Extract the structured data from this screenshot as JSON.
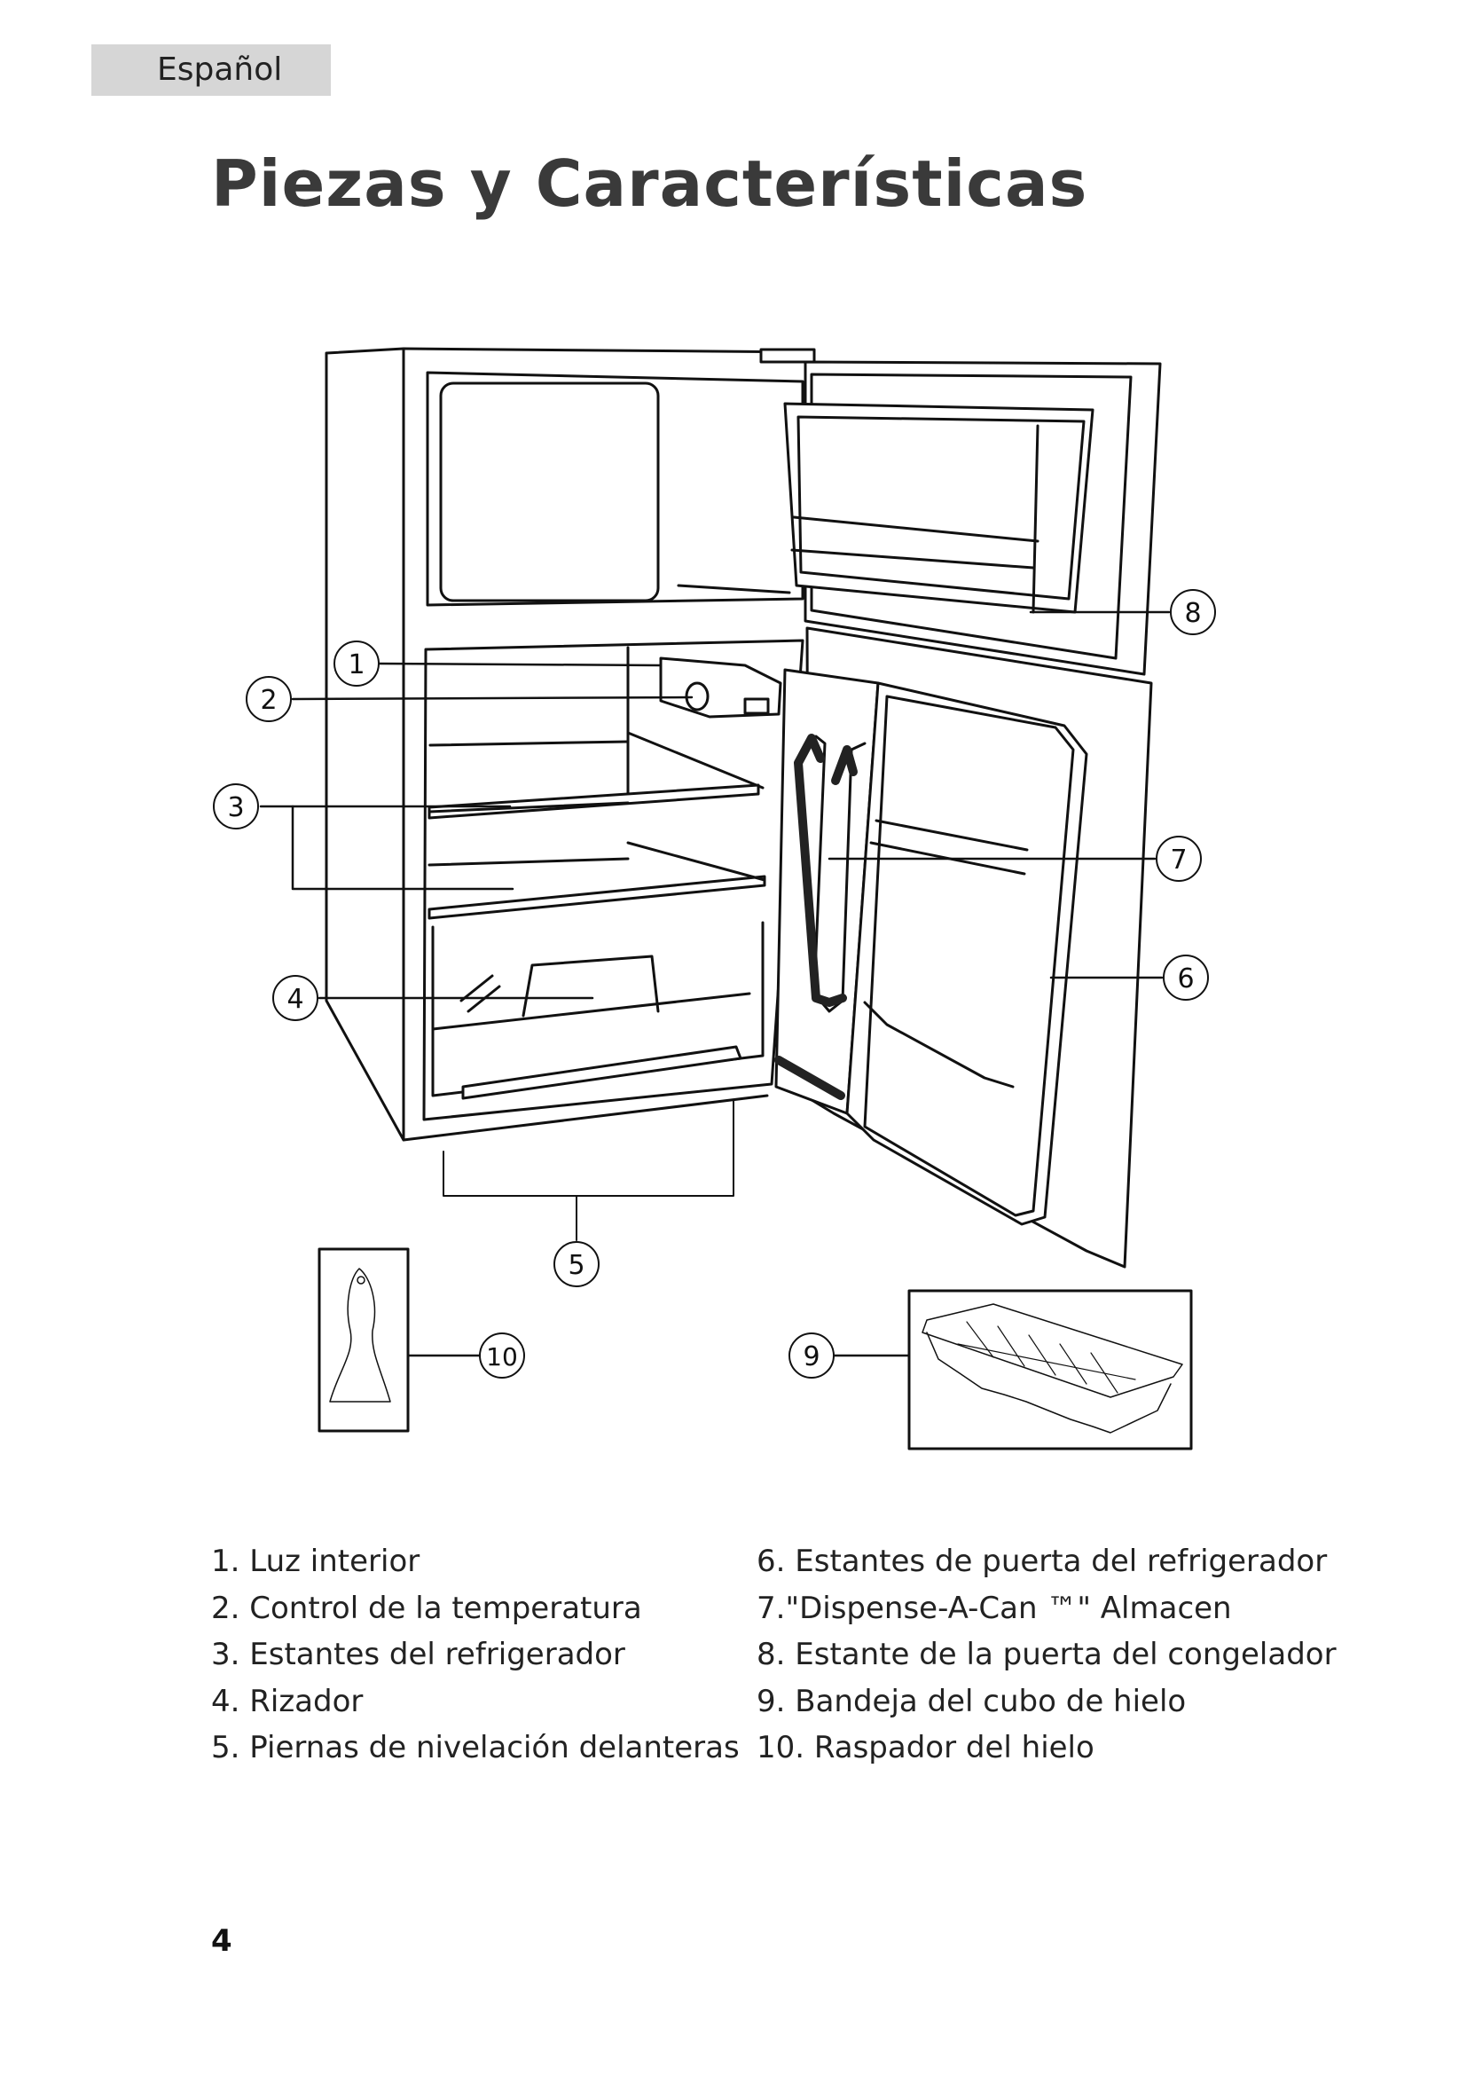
{
  "header": {
    "language_tab": "Español"
  },
  "title": "Piezas y Características",
  "diagram": {
    "callouts": [
      "1",
      "2",
      "3",
      "4",
      "5",
      "6",
      "7",
      "8",
      "9",
      "10"
    ]
  },
  "parts": {
    "left": [
      "1. Luz interior",
      "2. Control de la temperatura",
      "3. Estantes del refrigerador",
      "4. Rizador",
      "5. Piernas de nivelación delanteras"
    ],
    "right": [
      "6. Estantes de puerta del refrigerador",
      "7.\"Dispense-A-Can ™\" Almacen",
      "8. Estante de la puerta del congelador",
      "9. Bandeja del cubo de hielo",
      "10. Raspador del hielo"
    ]
  },
  "footer": {
    "page_number": "4"
  }
}
